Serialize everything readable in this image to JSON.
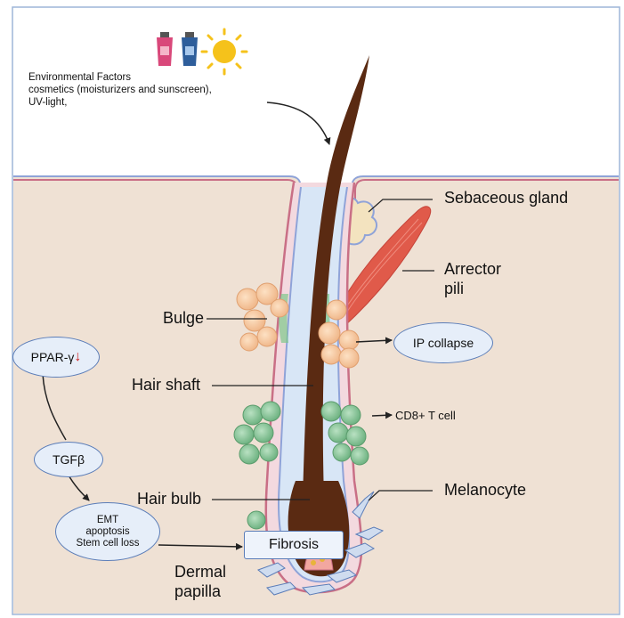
{
  "environment": {
    "title": "Environmental Factors",
    "line2": "cosmetics (moisturizers and sunscreen),",
    "line3": "UV-light,"
  },
  "icons": [
    "cosmetic-tube-icon",
    "sunscreen-tube-icon",
    "sun-icon"
  ],
  "labels": {
    "sebaceous_gland": "Sebaceous gland",
    "arrector": "Arrector",
    "pili": "pili",
    "bulge": "Bulge",
    "hair_shaft": "Hair shaft",
    "hair_bulb": "Hair bulb",
    "melanocyte": "Melanocyte",
    "dermal": "Dermal",
    "papilla": "papilla",
    "cd8": "CD8+ T cell"
  },
  "ovals": {
    "ppar": "PPAR-γ",
    "tgf": "TGFβ",
    "emt_line1": "EMT",
    "emt_line2": "apoptosis",
    "emt_line3": "Stem cell loss",
    "ip_collapse": "IP collapse"
  },
  "boxes": {
    "fibrosis": "Fibrosis"
  },
  "colors": {
    "skin": "#efe1d4",
    "hair": "#5a2a12",
    "epidermis_line": "#c96f86",
    "basal_line": "#8fa3d8",
    "sebaceous": "#f3e3bf",
    "muscle": "#e05a4a",
    "stem_cell": "#f5c8a0",
    "t_cell": "#8cc79a",
    "oval_fill": "#e6eef9",
    "oval_border": "#5b7db8",
    "down_arrow": "#d11f1f"
  }
}
